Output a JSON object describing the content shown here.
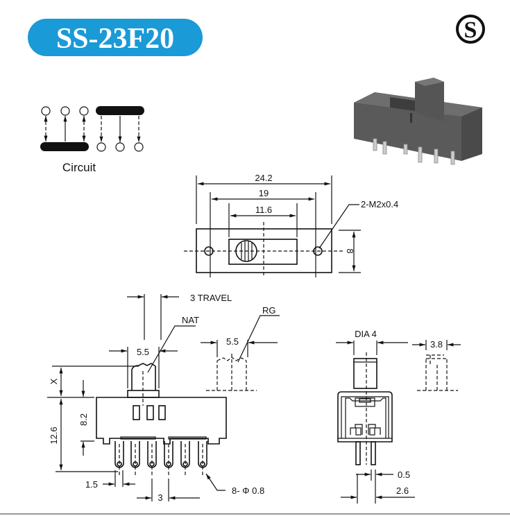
{
  "header": {
    "model": "SS-23F20",
    "brand_logo": "S",
    "pill_color": "#1a9ad7"
  },
  "circuit": {
    "label": "Circuit"
  },
  "top_view": {
    "dim_overall": "24.2",
    "dim_holes": "19",
    "dim_slot": "11.6",
    "dim_height": "8",
    "hole_note": "2-M2x0.4"
  },
  "side_view": {
    "travel": "3 TRAVEL",
    "actuator_width": "5.5",
    "nat_label": "NAT",
    "rg_label": "RG",
    "rg_width": "5.5",
    "dim_x": "X",
    "dim_total_height": "12.6",
    "dim_body_height": "8.2",
    "dim_pin_offset": "1.5",
    "dim_pin_pitch": "3",
    "pin_note": "8- Φ 0.8"
  },
  "end_view": {
    "actuator_dia": "DIA 4",
    "rg_width": "3.8",
    "pin_thickness": "0.5",
    "pin_spacing": "2.6"
  }
}
